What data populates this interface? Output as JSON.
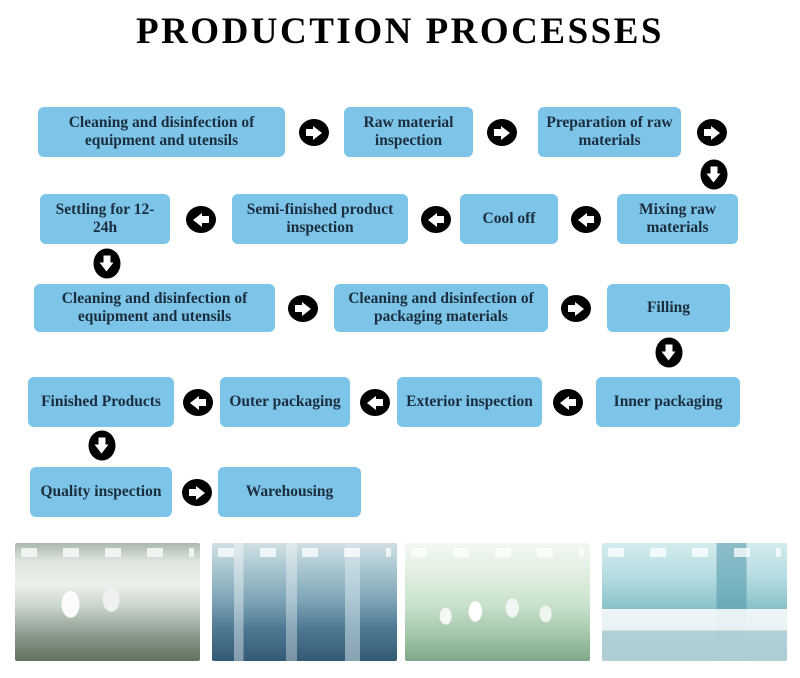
{
  "page": {
    "title": "PRODUCTION PROCESSES"
  },
  "flow": {
    "row1": [
      {
        "label": "Cleaning and disinfection of equipment and utensils"
      },
      {
        "label": "Raw material inspection"
      },
      {
        "label": "Preparation of raw materials"
      }
    ],
    "row2": [
      {
        "label": "Settling for 12-24h"
      },
      {
        "label": "Semi-finished product inspection"
      },
      {
        "label": "Cool off"
      },
      {
        "label": "Mixing raw materials"
      }
    ],
    "row3": [
      {
        "label": "Cleaning and disinfection of equipment and utensils"
      },
      {
        "label": "Cleaning and disinfection of packaging materials"
      },
      {
        "label": "Filling"
      }
    ],
    "row4": [
      {
        "label": "Finished Products"
      },
      {
        "label": "Outer packaging"
      },
      {
        "label": "Exterior inspection"
      },
      {
        "label": "Inner packaging"
      }
    ],
    "row5": [
      {
        "label": "Quality inspection"
      },
      {
        "label": "Warehousing"
      }
    ]
  },
  "colors": {
    "box_fill": "#7cc4e8",
    "box_text": "#1c2e3e",
    "arrow_fill": "#000000",
    "title_text": "#000000"
  },
  "photos": [
    {
      "name": "workers-packing-line-photo"
    },
    {
      "name": "filling-machinery-photo"
    },
    {
      "name": "production-workshop-photo"
    },
    {
      "name": "quality-control-lab-photo"
    }
  ]
}
